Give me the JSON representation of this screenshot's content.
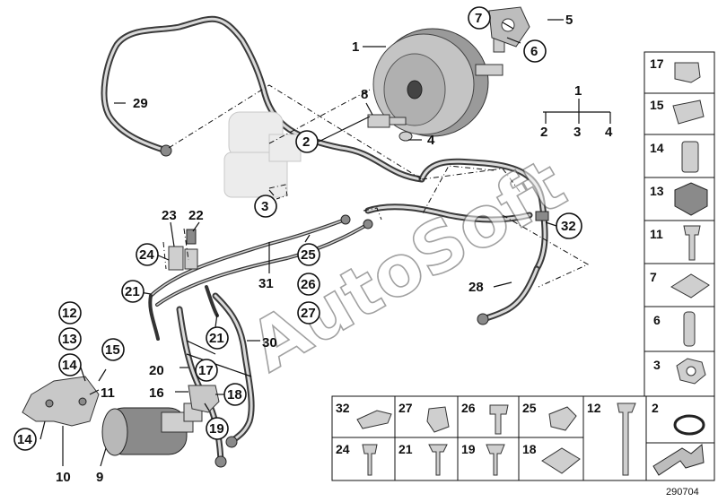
{
  "watermark": {
    "text": "AutoSoft"
  },
  "callouts": {
    "c1": "1",
    "c2": "2",
    "c3": "3",
    "c4": "4",
    "c5": "5",
    "c6": "6",
    "c7": "7",
    "c8": "8",
    "c9": "9",
    "c10": "10",
    "c11": "11",
    "c12": "12",
    "c13": "13",
    "c14": "14",
    "c15": "15",
    "c16": "16",
    "c17": "17",
    "c18": "18",
    "c19": "19",
    "c20": "20",
    "c21": "21",
    "c22": "22",
    "c23": "23",
    "c24": "24",
    "c25": "25",
    "c26": "26",
    "c27": "27",
    "c28": "28",
    "c29": "29",
    "c30": "30",
    "c31": "31",
    "c32": "32"
  },
  "legend": {
    "root": "1",
    "children": [
      "2",
      "3",
      "4"
    ]
  },
  "parts_column": [
    {
      "label": "17",
      "icon": "clip-icon"
    },
    {
      "label": "15",
      "icon": "clip-icon"
    },
    {
      "label": "14",
      "icon": "spacer-sleeve-icon"
    },
    {
      "label": "13",
      "icon": "grommet-icon"
    },
    {
      "label": "11",
      "icon": "bolt-icon"
    },
    {
      "label": "7",
      "icon": "clamp-icon"
    },
    {
      "label": "6",
      "icon": "pin-icon"
    },
    {
      "label": "3",
      "icon": "hex-nut-icon"
    }
  ],
  "parts_grid": [
    {
      "label": "32",
      "icon": "connector-icon"
    },
    {
      "label": "27",
      "icon": "bracket-icon"
    },
    {
      "label": "26",
      "icon": "bolt-icon"
    },
    {
      "label": "25",
      "icon": "clip-icon"
    },
    {
      "label": "24",
      "icon": "bolt-icon"
    },
    {
      "label": "21",
      "icon": "screw-icon"
    },
    {
      "label": "19",
      "icon": "bolt-icon"
    },
    {
      "label": "18",
      "icon": "clip-nut-icon"
    },
    {
      "label": "12",
      "icon": "long-bolt-icon"
    },
    {
      "label": "2",
      "icon": "o-ring-icon"
    }
  ],
  "reference_number": "290704"
}
